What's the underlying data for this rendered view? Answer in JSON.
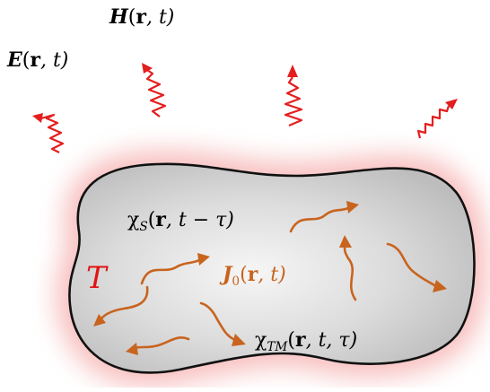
{
  "labels": {
    "h_field": {
      "sym": "H",
      "open": "(",
      "vec": "r",
      "rest": ", t)"
    },
    "e_field": {
      "sym": "E",
      "open": "(",
      "vec": "r",
      "rest": ", t)"
    },
    "chi_s": {
      "sym": "χ",
      "sub": "S",
      "open": "(",
      "vec": "r",
      "rest": ", t − τ)"
    },
    "temperature": "T",
    "j0": {
      "sym": "J",
      "sub": "0",
      "open": "(",
      "vec": "r",
      "rest": ", t)"
    },
    "chi_tm": {
      "sym": "χ",
      "sub": "TM",
      "open": "(",
      "vec": "r",
      "rest": ", t, τ)"
    }
  },
  "colors": {
    "body_fill": "#cfcfcf",
    "body_center": "#f3f3f3",
    "glow": "#f48a8a",
    "outline": "#111111",
    "current_arrow": "#c8641e",
    "current_text": "#c8641e",
    "wave": "#e41e1e",
    "temperature": "#e01414"
  }
}
